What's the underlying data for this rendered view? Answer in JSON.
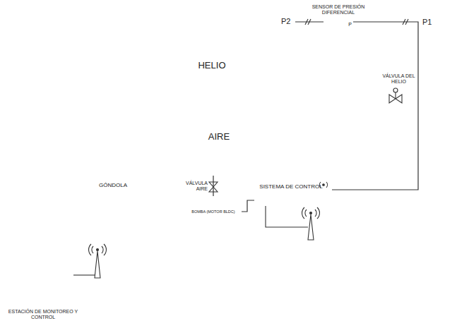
{
  "diagram": {
    "nodes": [
      {
        "text": [
          "HELIO"
        ]
      },
      {
        "text": [
          "AIRE"
        ],
        "in": 0
      },
      {
        "text": [
          "GÓNDOLA"
        ]
      },
      {
        "text": [
          "SENSOR DE PRESIÓN DIFERENCIAL",
          "P"
        ]
      },
      {
        "text": [
          "SISTEMA DE CONTROL"
        ]
      },
      {
        "text": [
          "BOMBA (MOTOR BLDC)"
        ]
      },
      {
        "text": [
          "ESTACIÓN DE MONITOREO Y CONTROL"
        ]
      }
    ],
    "edges": [
      {
        "from": 3,
        "to": 4,
        "arrow": "none"
      },
      {
        "from": 4,
        "to": 5,
        "arrow": "none"
      },
      {
        "from": 5,
        "to": 1,
        "arrow": "none"
      }
    ],
    "labels": [
      "P2",
      "P1",
      "VÁLVULA DEL HELIO",
      "VÁLVULA AIRE"
    ]
  }
}
